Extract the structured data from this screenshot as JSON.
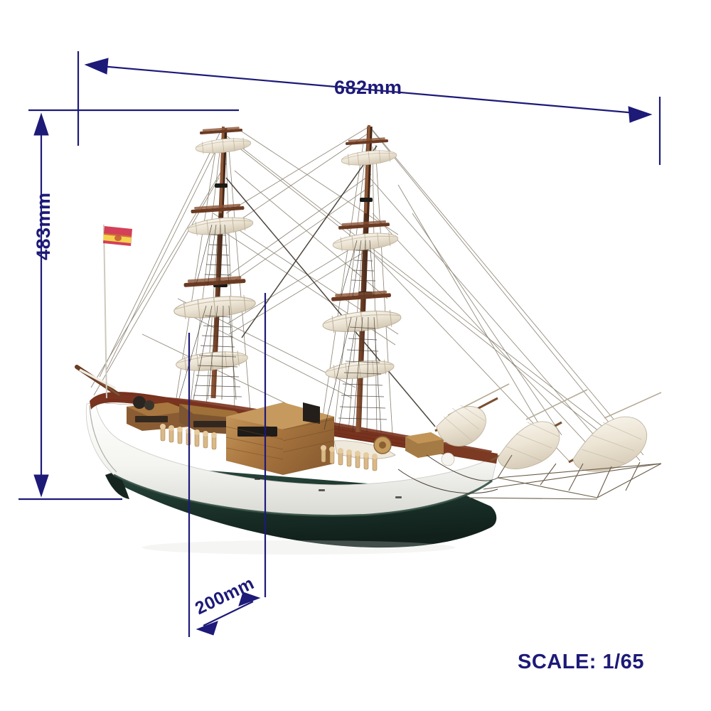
{
  "title": "Wooden Ship Model Dimension Diagram",
  "dimensions": {
    "width_label": "682mm",
    "height_label": "483mm",
    "depth_label": "200mm",
    "scale_label": "SCALE: 1/65"
  },
  "colors": {
    "dimension_blue": "#1d1a78",
    "hull_white": "#f2f2ee",
    "hull_below_waterline": "#1e3a32",
    "deck_red_brown": "#6e2d1c",
    "mast_brown": "#6b3a26",
    "sail_cream": "#efe9dc",
    "background": "#ffffff",
    "flag_red": "#c8102e",
    "flag_yellow": "#f1c40f"
  },
  "subject": {
    "name": "wooden-sailing-ship-model",
    "description": "Three-masted wooden sailing ship model with furled sails, white hull above waterline and dark green hull below, bowsprit with Spanish flag, deckhouse and rigging.",
    "flag": "spanish-flag",
    "masts": 2,
    "hull_parts": [
      "bow",
      "stern",
      "bowsprit",
      "deckhouse",
      "jib-sails",
      "furled-sails",
      "rigging",
      "shrouds",
      "ratlines"
    ]
  },
  "annotations": [
    {
      "name": "width-dimension",
      "value": "682mm",
      "orientation": "horizontal"
    },
    {
      "name": "height-dimension",
      "value": "483mm",
      "orientation": "vertical"
    },
    {
      "name": "depth-dimension",
      "value": "200mm",
      "orientation": "diagonal"
    },
    {
      "name": "scale-note",
      "value": "SCALE: 1/65",
      "orientation": "horizontal"
    }
  ]
}
